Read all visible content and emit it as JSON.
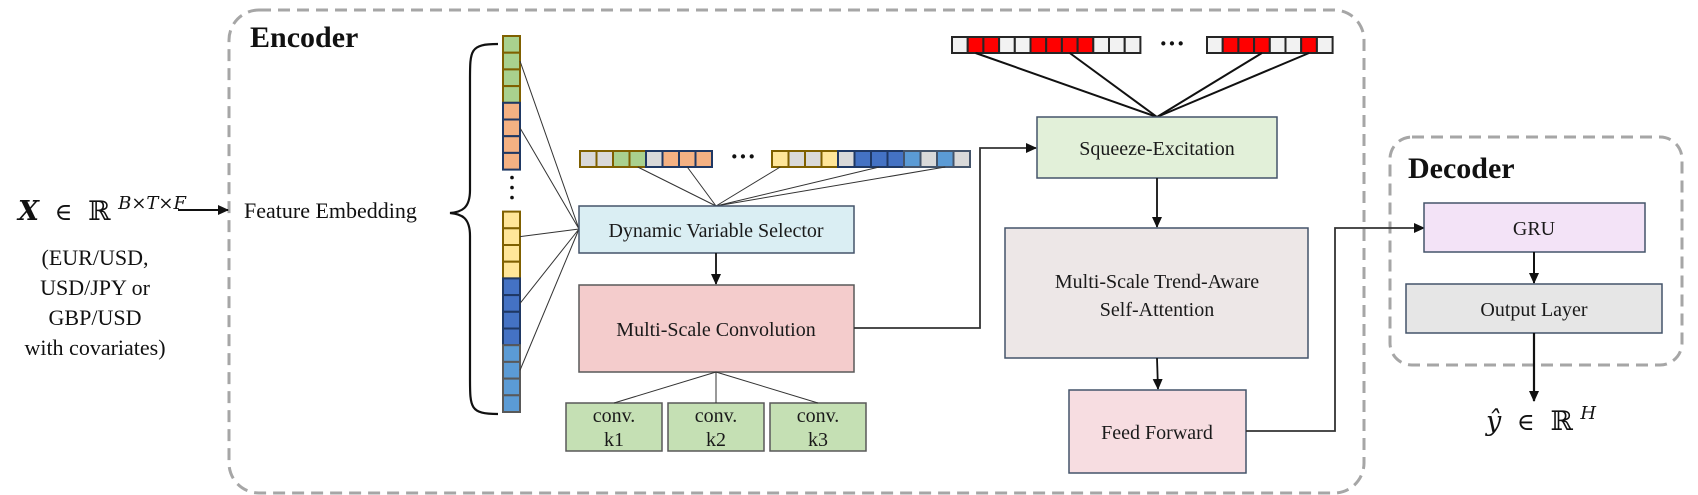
{
  "input": {
    "symbol": "X",
    "element_of": "∈",
    "space": "ℝ",
    "superscript": "B×T×F",
    "description_lines": [
      "(EUR/USD,",
      "USD/JPY or",
      "GBP/USD",
      "with covariates)"
    ]
  },
  "encoder": {
    "title": "Encoder",
    "feature_embedding_label": "Feature Embedding",
    "embedding_column": {
      "groups": [
        {
          "color": "#a9d18e",
          "border": "#7f6000",
          "cells": 4
        },
        {
          "color": "#f4b183",
          "border": "#1f3864",
          "cells": 4
        },
        {
          "ellipsis": true
        },
        {
          "color": "#ffe699",
          "border": "#7f6000",
          "cells": 4
        },
        {
          "color": "#4472c4",
          "border": "#1f3864",
          "cells": 4
        },
        {
          "color": "#5b9bd5",
          "border": "#595959",
          "cells": 4
        }
      ]
    },
    "selection_vector": {
      "left": [
        {
          "color": "#d9d9d9",
          "border": "#7f6000"
        },
        {
          "color": "#d9d9d9",
          "border": "#7f6000"
        },
        {
          "color": "#a9d18e",
          "border": "#7f6000"
        },
        {
          "color": "#a9d18e",
          "border": "#7f6000"
        },
        {
          "color": "#d9d9d9",
          "border": "#1f3864"
        },
        {
          "color": "#f4b183",
          "border": "#1f3864"
        },
        {
          "color": "#f4b183",
          "border": "#1f3864"
        },
        {
          "color": "#f4b183",
          "border": "#1f3864"
        }
      ],
      "ellipsis": "···",
      "right": [
        {
          "color": "#ffe699",
          "border": "#7f6000"
        },
        {
          "color": "#d9d9d9",
          "border": "#7f6000"
        },
        {
          "color": "#d9d9d9",
          "border": "#7f6000"
        },
        {
          "color": "#ffe699",
          "border": "#7f6000"
        },
        {
          "color": "#d9d9d9",
          "border": "#1f3864"
        },
        {
          "color": "#4472c4",
          "border": "#1f3864"
        },
        {
          "color": "#4472c4",
          "border": "#1f3864"
        },
        {
          "color": "#4472c4",
          "border": "#1f3864"
        },
        {
          "color": "#5b9bd5",
          "border": "#44546a"
        },
        {
          "color": "#d9d9d9",
          "border": "#44546a"
        },
        {
          "color": "#5b9bd5",
          "border": "#44546a"
        },
        {
          "color": "#d9d9d9",
          "border": "#44546a"
        }
      ]
    },
    "attention_mask_vector": {
      "left": [
        "off",
        "on",
        "on",
        "off",
        "off",
        "on",
        "on",
        "on",
        "on",
        "off",
        "off",
        "off"
      ],
      "ellipsis": "···",
      "right": [
        "off",
        "on",
        "on",
        "on",
        "off",
        "off",
        "on",
        "off"
      ],
      "on_color": "#ff0000",
      "off_color": "#f2f2f2"
    },
    "blocks": {
      "dynamic_variable_selector": {
        "label": "Dynamic Variable Selector",
        "fill": "#daeef3",
        "stroke": "#44546a"
      },
      "multi_scale_convolution": {
        "label": "Multi-Scale Convolution",
        "fill": "#f4cccc",
        "stroke": "#595959"
      },
      "conv_kernels": [
        {
          "line1": "conv.",
          "line2": "k1"
        },
        {
          "line1": "conv.",
          "line2": "k2"
        },
        {
          "line1": "conv.",
          "line2": "k3"
        }
      ],
      "conv_fill": "#c5e0b4",
      "squeeze_excitation": {
        "label": "Squeeze-Excitation",
        "fill": "#e2f0d9",
        "stroke": "#44546a"
      },
      "trend_attention": {
        "line1": "Multi-Scale Trend-Aware",
        "line2": "Self-Attention",
        "fill": "#ede7e7",
        "stroke": "#44546a"
      },
      "feed_forward": {
        "label": "Feed Forward",
        "fill": "#f7dde1",
        "stroke": "#44546a"
      }
    }
  },
  "decoder": {
    "title": "Decoder",
    "gru": {
      "label": "GRU",
      "fill": "#f3e3f7",
      "stroke": "#44546a"
    },
    "output_layer": {
      "label": "Output Layer",
      "fill": "#e6e6e6",
      "stroke": "#44546a"
    }
  },
  "output": {
    "symbol": "ŷ",
    "element_of": "∈",
    "space": "ℝ",
    "superscript": "H"
  },
  "colors": {
    "dashed_border": "#a6a6a6",
    "line": "#1a1a1a"
  }
}
